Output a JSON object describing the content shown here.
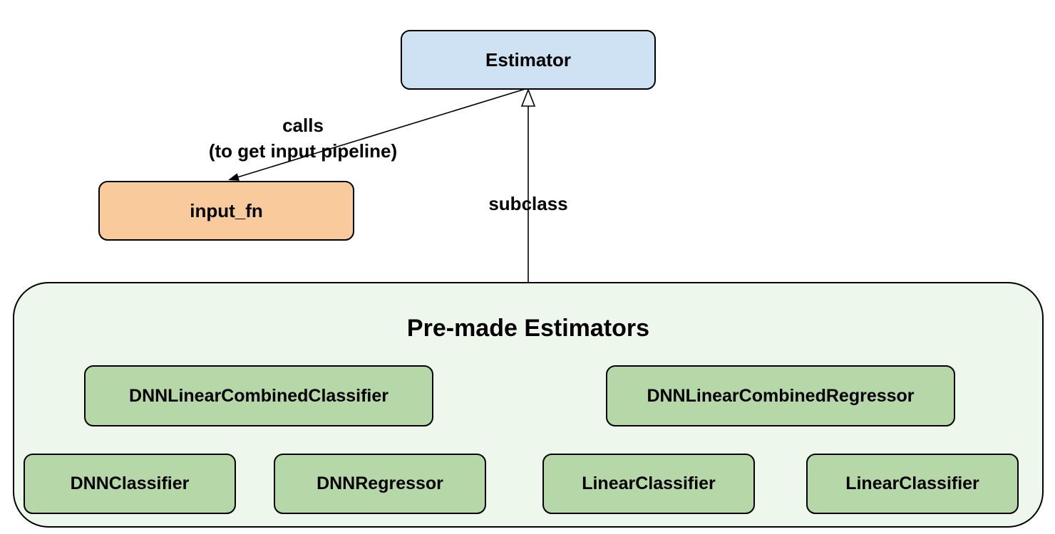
{
  "nodes": {
    "estimator": "Estimator",
    "input_fn": "input_fn"
  },
  "edges": {
    "calls_line1": "calls",
    "calls_line2": "(to get input pipeline)",
    "subclass": "subclass"
  },
  "premade": {
    "title": "Pre-made Estimators",
    "row1": [
      "DNNLinearCombinedClassifier",
      "DNNLinearCombinedRegressor"
    ],
    "row2": [
      "DNNClassifier",
      "DNNRegressor",
      "LinearClassifier",
      "LinearClassifier"
    ]
  },
  "colors": {
    "background": "#ffffff",
    "estimator_fill": "#cfe2f3",
    "input_fn_fill": "#f9cb9c",
    "premade_container_fill": "#eef7ec",
    "premade_node_fill": "#b6d7a8",
    "border": "#000000",
    "text": "#000000"
  }
}
